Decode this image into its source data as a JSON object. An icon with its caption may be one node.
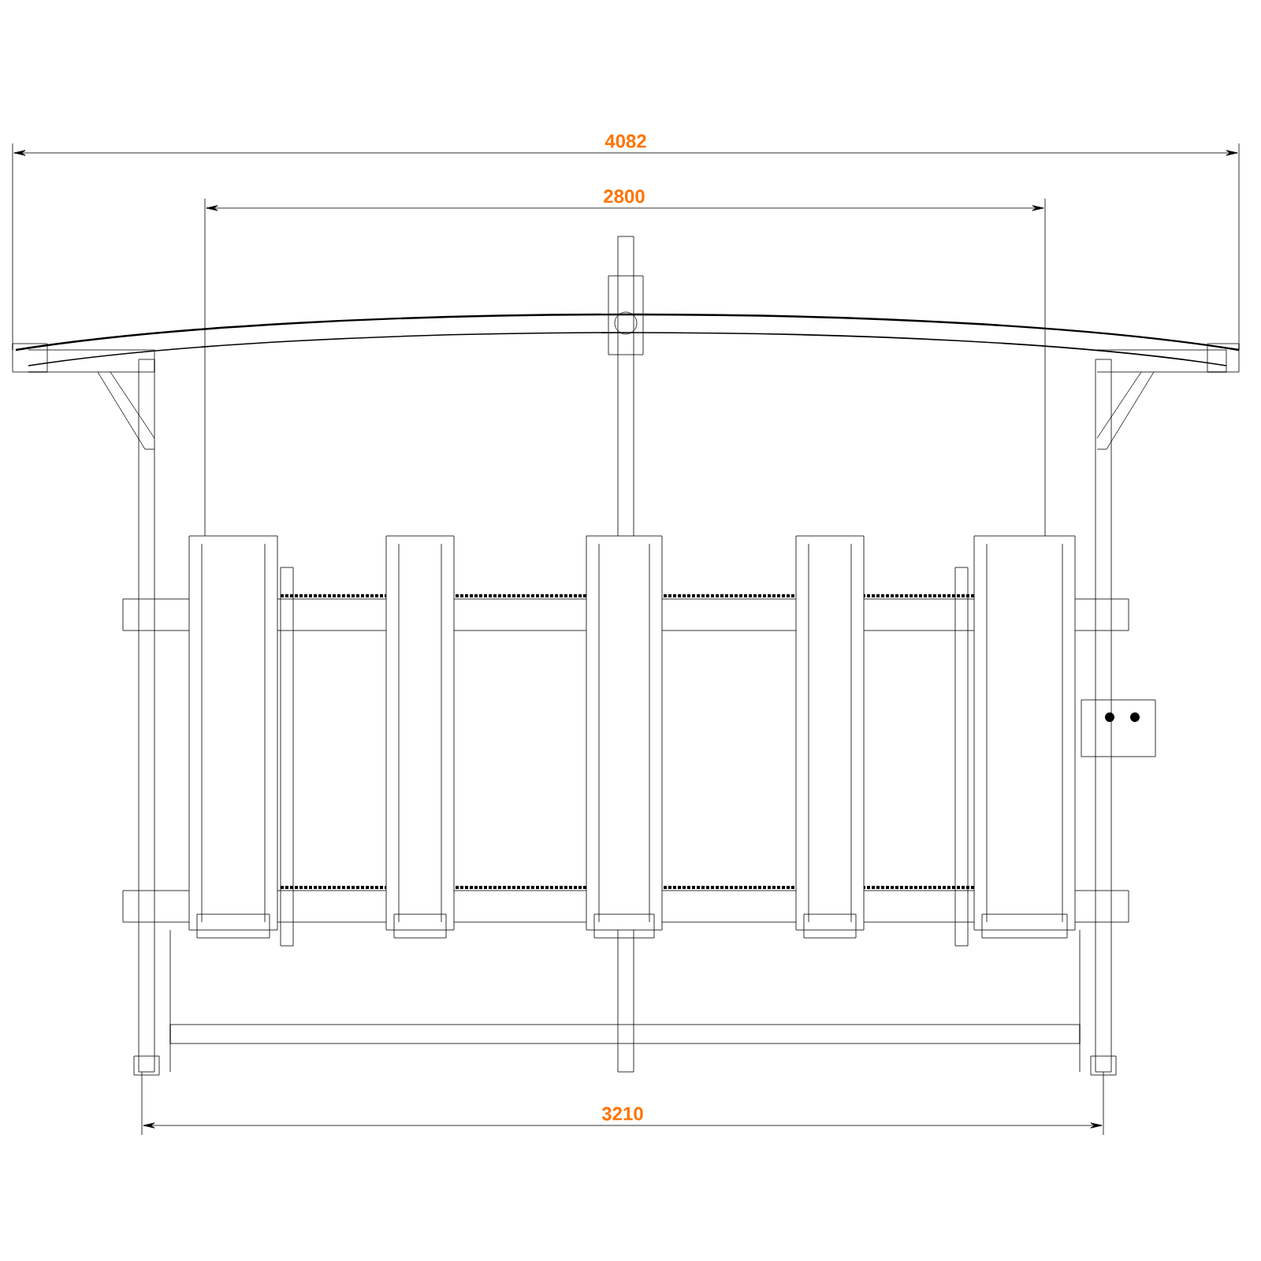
{
  "diagram": {
    "labels": [
      "4082",
      "2800",
      "3210"
    ]
  }
}
